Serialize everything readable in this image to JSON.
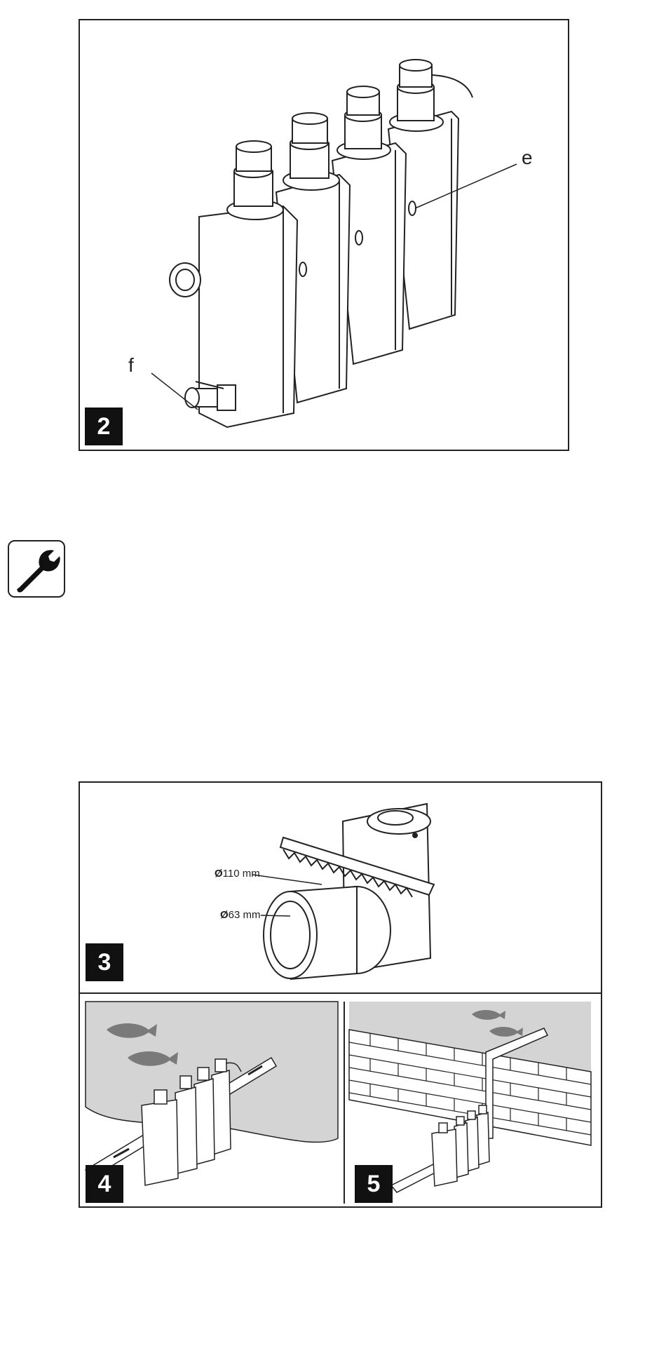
{
  "figure2": {
    "number": "2",
    "callout_e": "e",
    "callout_f": "f"
  },
  "tool_icon": "wrench-icon",
  "figure3": {
    "number": "3",
    "dim_outer": "110 mm",
    "dim_inner": "63 mm",
    "diameter_symbol": "Ø"
  },
  "figure4": {
    "number": "4"
  },
  "figure5": {
    "number": "5"
  },
  "colors": {
    "water": "#d4d4d4",
    "ink": "#111111",
    "fish": "#7a7a7a"
  }
}
